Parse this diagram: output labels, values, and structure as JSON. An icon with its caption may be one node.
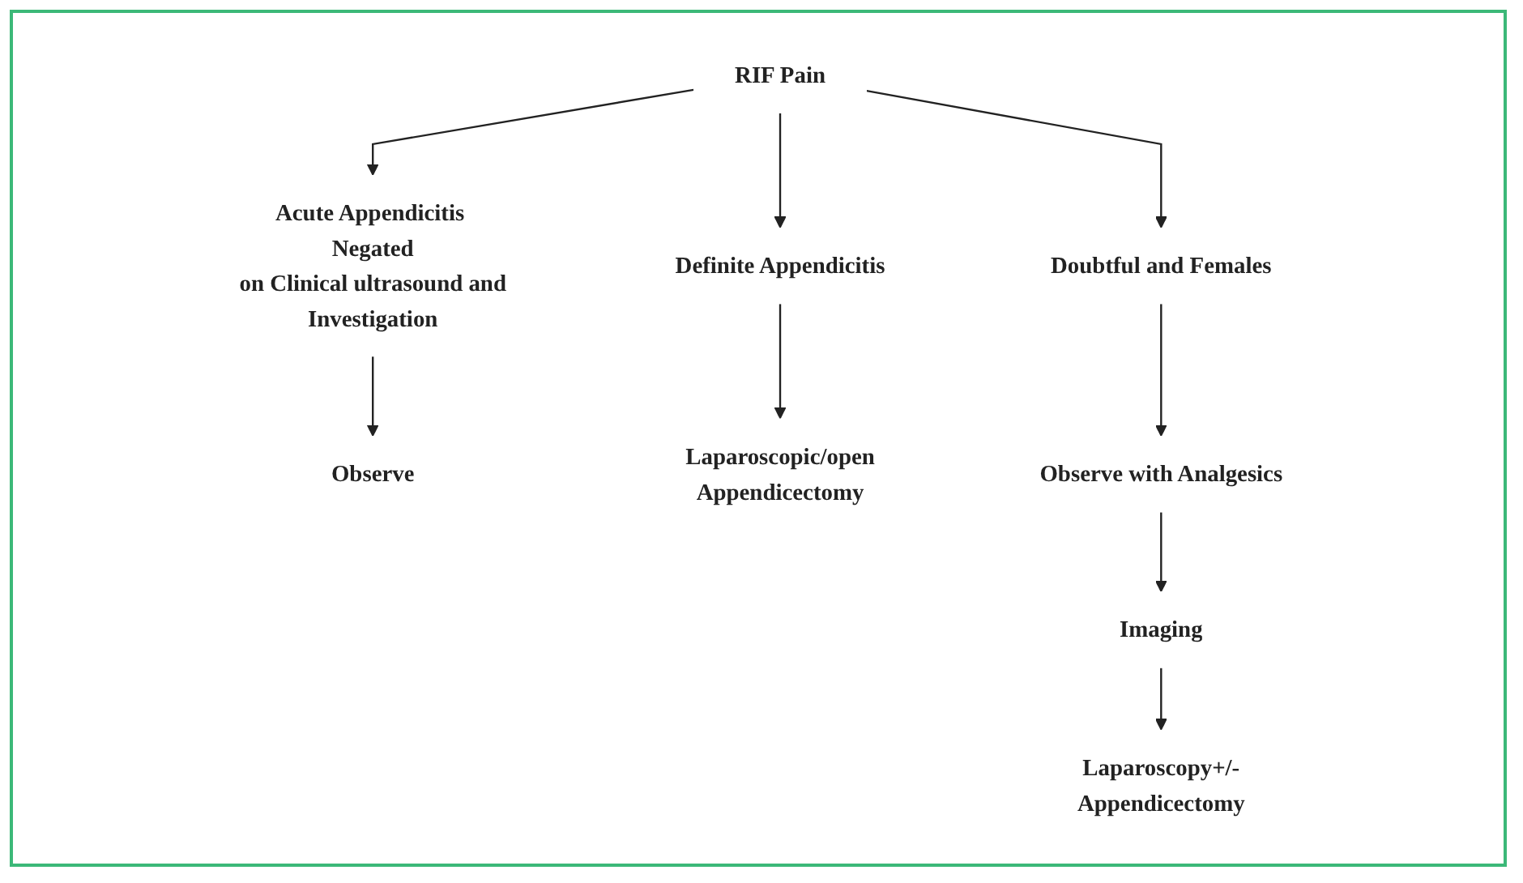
{
  "diagram": {
    "nodes": [
      {
        "text": [
          "RIF Pain"
        ]
      },
      {
        "text": [
          "Acute Appendicitis Negated on Clinical ultrasound and Investigation"
        ]
      },
      {
        "text": [
          "Definite Appendicitis"
        ]
      },
      {
        "text": [
          "Doubtful and Females"
        ]
      },
      {
        "text": [
          "Observe"
        ]
      },
      {
        "text": [
          "Laparoscopic/open Appendicectomy"
        ]
      },
      {
        "text": [
          "Observe with Analgesics"
        ]
      },
      {
        "text": [
          "Imaging"
        ]
      },
      {
        "text": [
          "Laparoscopy+/- Appendicectomy"
        ]
      }
    ],
    "edges": [
      {
        "from": 0,
        "to": 1,
        "arrow": "to"
      },
      {
        "from": 0,
        "to": 2,
        "arrow": "to"
      },
      {
        "from": 0,
        "to": 3,
        "arrow": "to"
      },
      {
        "from": 1,
        "to": 4,
        "arrow": "to"
      },
      {
        "from": 2,
        "to": 5,
        "arrow": "to"
      },
      {
        "from": 3,
        "to": 6,
        "arrow": "to"
      },
      {
        "from": 6,
        "to": 7,
        "arrow": "to"
      },
      {
        "from": 7,
        "to": 8,
        "arrow": "to"
      }
    ]
  }
}
